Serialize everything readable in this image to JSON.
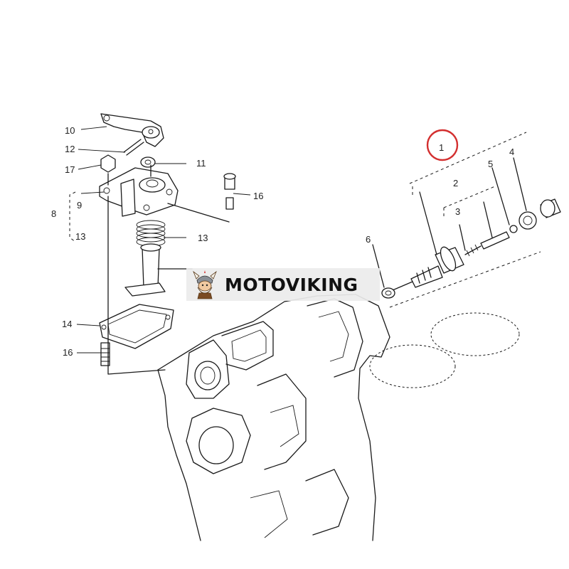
{
  "colors": {
    "line": "#1a1a1a",
    "highlight_circle": "#d32f2f",
    "watermark_bg": "#ebebeb",
    "watermark_text": "#111111"
  },
  "callouts": {
    "c1": "1",
    "c2": "2",
    "c3": "3",
    "c4": "4",
    "c5": "5",
    "c6": "6",
    "c8": "8",
    "c9": "9",
    "c10": "10",
    "c11": "11",
    "c12": "12",
    "c13_left": "13",
    "c13_right": "13",
    "c14": "14",
    "c16_left": "16",
    "c16_right": "16",
    "c17": "17"
  },
  "highlighted_callout": "1",
  "watermark": {
    "text": "MOTOVIKING",
    "logo_icon": "viking-mascot-icon"
  }
}
